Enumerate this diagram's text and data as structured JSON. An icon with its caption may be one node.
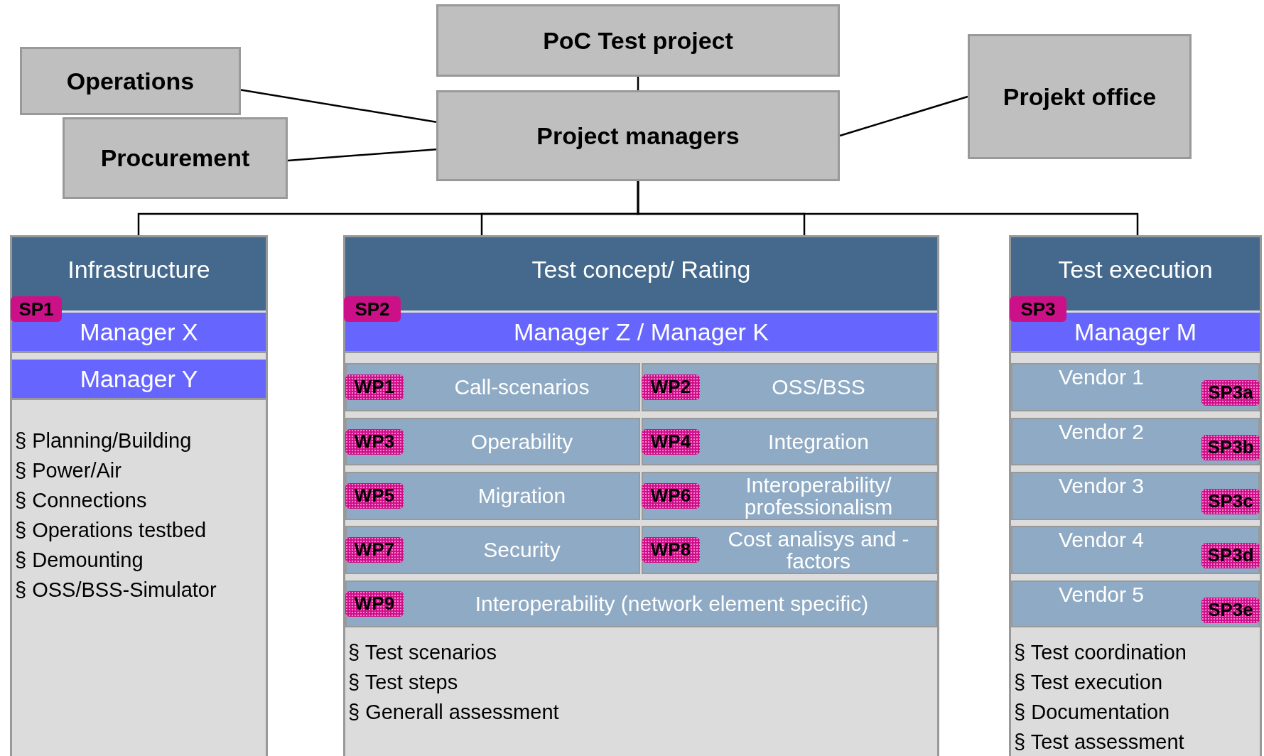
{
  "diagram": {
    "nodes": [
      {
        "text": [
          "PoC Test project"
        ]
      },
      {
        "text": [
          "Operations"
        ]
      },
      {
        "text": [
          "Procurement"
        ]
      },
      {
        "text": [
          "Project managers"
        ]
      },
      {
        "text": [
          "Projekt office"
        ]
      },
      {
        "text": [
          "Infrastructure",
          "§ Planning/Building",
          "§ Power/Air",
          "§ Connections",
          "§ Operations testbed",
          "§ Demounting",
          "§ OSS/BSS-Simulator"
        ]
      },
      {
        "text": [
          "SP1"
        ],
        "in": 5
      },
      {
        "text": [
          "Manager X"
        ],
        "in": 5
      },
      {
        "text": [
          "Manager Y"
        ],
        "in": 5
      },
      {
        "text": [
          "Test concept/ Rating",
          "§ Test scenarios",
          "§ Test steps",
          "§ Generall assessment"
        ]
      },
      {
        "text": [
          "SP2"
        ],
        "in": 9
      },
      {
        "text": [
          "Manager Z / Manager K"
        ],
        "in": 9
      },
      {
        "text": [
          "Call-scenarios"
        ],
        "in": 9
      },
      {
        "text": [
          "WP1"
        ],
        "in": 12
      },
      {
        "text": [
          "OSS/BSS"
        ],
        "in": 9
      },
      {
        "text": [
          "WP2"
        ],
        "in": 14
      },
      {
        "text": [
          "Operability"
        ],
        "in": 9
      },
      {
        "text": [
          "WP3"
        ],
        "in": 16
      },
      {
        "text": [
          "Integration"
        ],
        "in": 9
      },
      {
        "text": [
          "WP4"
        ],
        "in": 18
      },
      {
        "text": [
          "Migration"
        ],
        "in": 9
      },
      {
        "text": [
          "WP5"
        ],
        "in": 20
      },
      {
        "text": [
          "Interoperability/ professionalism"
        ],
        "in": 9
      },
      {
        "text": [
          "WP6"
        ],
        "in": 22
      },
      {
        "text": [
          "Security"
        ],
        "in": 9
      },
      {
        "text": [
          "WP7"
        ],
        "in": 24
      },
      {
        "text": [
          "Cost analisys and - factors"
        ],
        "in": 9
      },
      {
        "text": [
          "WP8"
        ],
        "in": 26
      },
      {
        "text": [
          "Interoperability (network element specific)"
        ],
        "in": 9
      },
      {
        "text": [
          "WP9"
        ],
        "in": 28
      },
      {
        "text": [
          "Test execution",
          "§ Test coordination",
          "§ Test execution",
          "§ Documentation",
          "§ Test assessment"
        ]
      },
      {
        "text": [
          "SP3"
        ],
        "in": 30
      },
      {
        "text": [
          "Manager M"
        ],
        "in": 30
      },
      {
        "text": [
          "Vendor 1"
        ],
        "in": 30
      },
      {
        "text": [
          "SP3a"
        ],
        "in": 33
      },
      {
        "text": [
          "Vendor 2"
        ],
        "in": 30
      },
      {
        "text": [
          "SP3b"
        ],
        "in": 35
      },
      {
        "text": [
          "Vendor 3"
        ],
        "in": 30
      },
      {
        "text": [
          "SP3c"
        ],
        "in": 37
      },
      {
        "text": [
          "Vendor 4"
        ],
        "in": 30
      },
      {
        "text": [
          "SP3d"
        ],
        "in": 39
      },
      {
        "text": [
          "Vendor 5"
        ],
        "in": 30
      },
      {
        "text": [
          "SP3e"
        ],
        "in": 41
      }
    ],
    "edges": [
      {
        "from": 0,
        "to": 3,
        "arrow": "none"
      },
      {
        "from": 1,
        "to": 3,
        "arrow": "none"
      },
      {
        "from": 2,
        "to": 3,
        "arrow": "none"
      },
      {
        "from": 4,
        "to": 3,
        "arrow": "none"
      },
      {
        "from": 3,
        "to": 5,
        "arrow": "none"
      },
      {
        "from": 3,
        "to": 9,
        "arrow": "none"
      },
      {
        "from": 3,
        "to": 9,
        "arrow": "none"
      },
      {
        "from": 3,
        "to": 30,
        "arrow": "none"
      }
    ]
  }
}
